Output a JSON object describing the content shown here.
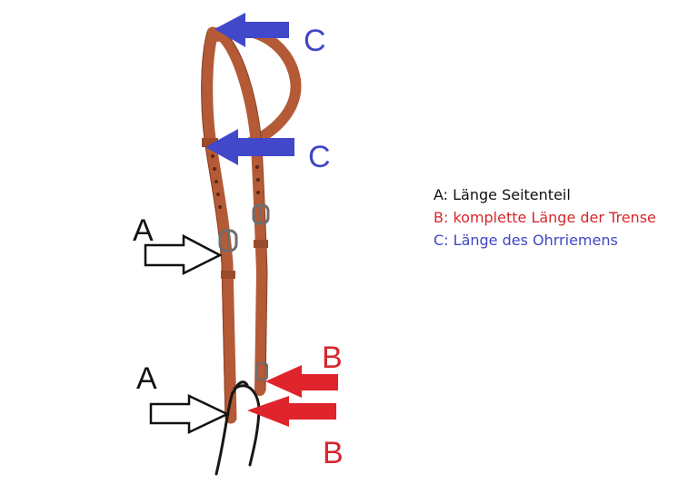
{
  "colors": {
    "leather": "#b45a37",
    "leather_edge": "#8a3f22",
    "rein": "#1c1714",
    "arrow_a_fill": "#ffffff",
    "arrow_a_stroke": "#111111",
    "arrow_b": "#e0242c",
    "arrow_c": "#4148c9",
    "text_a": "#111111",
    "text_b": "#d6262d",
    "text_c": "#3f46c4"
  },
  "labels": {
    "a_upper": "A",
    "a_lower": "A",
    "b_upper": "B",
    "b_lower": "B",
    "c_upper": "C",
    "c_lower": "C"
  },
  "legend": {
    "a": "A: Länge Seitenteil",
    "b": "B: komplette Länge der Trense",
    "c": "C: Länge des Ohrriemens"
  },
  "icons": {
    "arrow_a": "outline-arrow-right-icon",
    "arrow_b": "arrow-left-icon",
    "arrow_c": "arrow-left-icon",
    "buckle": "buckle-icon"
  }
}
